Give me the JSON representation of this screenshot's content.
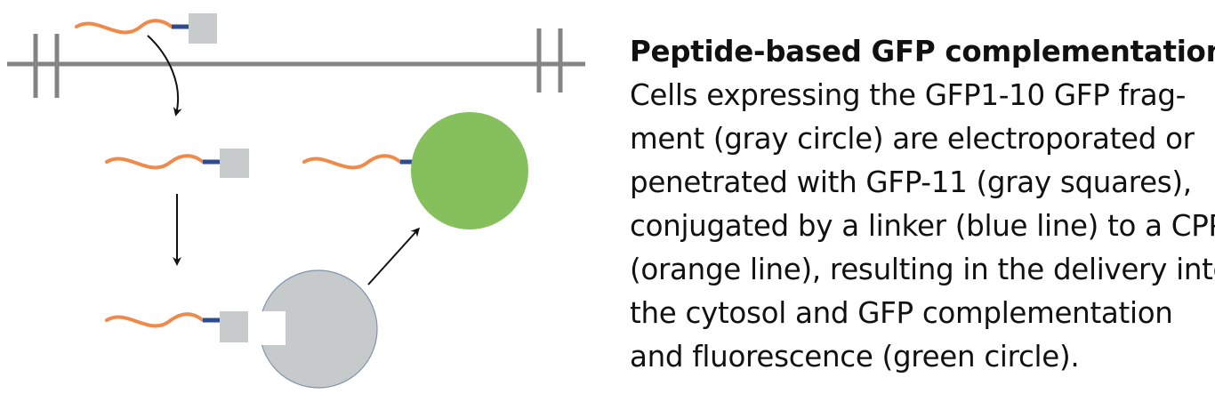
{
  "colors": {
    "cpp_orange": "#f08a4b",
    "linker_blue": "#2e4b8f",
    "gfp11_gray": "#c8cbcb",
    "gfp1_10_gray": "#c6cacb",
    "membrane_gray": "#848484",
    "gfp_green": "#85c05d",
    "arrow": "#111111"
  },
  "icons": {
    "membrane": "membrane-icon",
    "peptide": "cpp-gfp11-conjugate-icon",
    "gfp1_10": "gfp1-10-fragment-icon",
    "complemented_gfp": "complemented-gfp-icon",
    "arrow": "arrow-icon"
  },
  "caption": {
    "title": "Peptide-based GFP complementation",
    "title_suffix": ":",
    "lines": [
      "Cells expressing the GFP1-10 GFP frag-",
      "ment (gray circle) are electroporated or",
      "penetrated with GFP-11 (gray squares),",
      "conjugated by a linker (blue line) to a CPP",
      "(orange line), resulting in the delivery into",
      "the cytosol and GFP complementation",
      "and fluorescence (green circle)."
    ]
  }
}
